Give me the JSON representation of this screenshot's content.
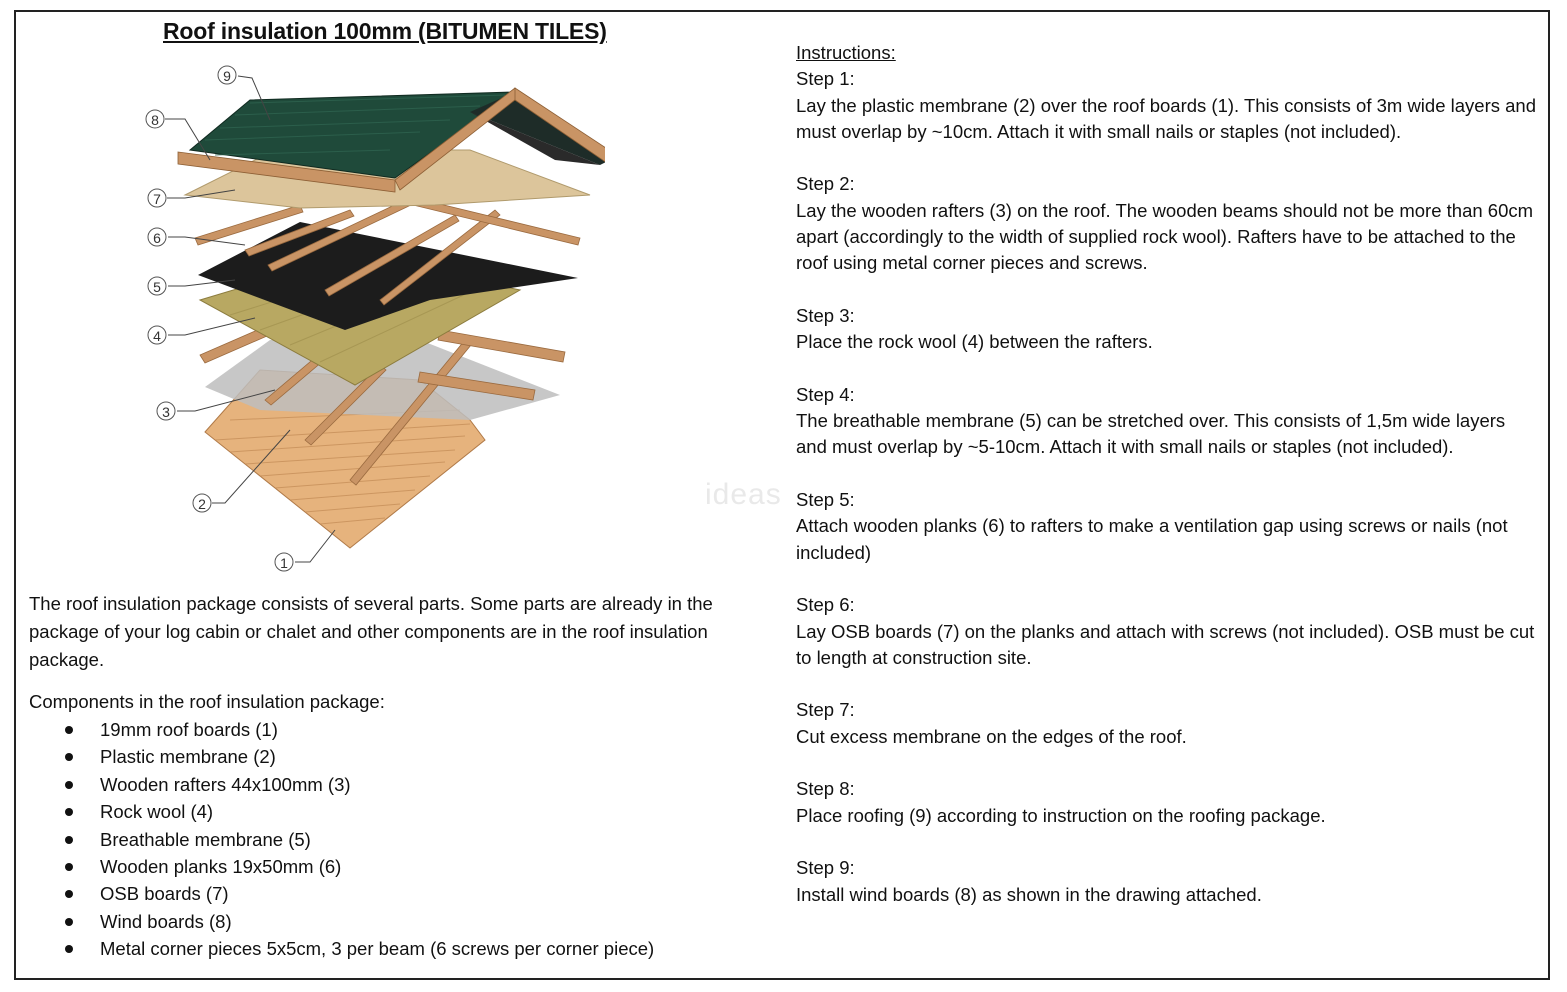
{
  "title": "Roof insulation 100mm (BITUMEN TILES)",
  "watermark": "ideas",
  "callouts": [
    "1",
    "2",
    "3",
    "4",
    "5",
    "6",
    "7",
    "8",
    "9"
  ],
  "intro": "The roof insulation package consists of several parts. Some parts are already in the package of your log cabin or chalet and other components are in the roof insulation package.",
  "components_heading": "Components in the roof insulation package:",
  "components": [
    "19mm roof boards (1)",
    "Plastic membrane (2)",
    "Wooden rafters 44x100mm (3)",
    "Rock wool (4)",
    "Breathable membrane (5)",
    "Wooden planks 19x50mm (6)",
    "OSB boards (7)",
    "Wind boards (8)",
    "Metal corner pieces 5x5cm, 3 per beam (6 screws per corner piece)"
  ],
  "instructions_heading": "Instructions:",
  "steps": [
    {
      "label": "Step 1:",
      "text": "Lay the plastic membrane (2) over the roof boards (1). This consists of 3m wide layers and must overlap by ~10cm. Attach it with small nails or staples (not included)."
    },
    {
      "label": "Step 2:",
      "text": "Lay the wooden rafters (3) on the roof. The wooden beams should not be more than 60cm apart (accordingly to the width of supplied rock wool). Rafters have to be attached to the roof using metal corner pieces and screws."
    },
    {
      "label": "Step 3:",
      "text": "Place the rock wool (4) between the rafters."
    },
    {
      "label": "Step 4:",
      "text": "The breathable membrane (5) can be stretched over. This consists of 1,5m wide layers and must overlap by ~5-10cm. Attach it with small nails or staples (not included)."
    },
    {
      "label": "Step 5:",
      "text": "Attach wooden planks (6) to rafters to make a ventilation gap using screws or nails (not included)"
    },
    {
      "label": "Step 6:",
      "text": "Lay OSB boards (7) on the planks and attach with screws (not included). OSB must be cut to length at construction site."
    },
    {
      "label": "Step 7:",
      "text": "Cut excess membrane on the edges of the roof."
    },
    {
      "label": "Step 8:",
      "text": "Place roofing (9) according to instruction on the roofing package."
    },
    {
      "label": "Step 9:",
      "text": "Install wind boards (8) as shown in the drawing attached."
    }
  ],
  "colors": {
    "shingles": "#1f4a3a",
    "wood": "#c99a6a",
    "osb": "#d9c39a",
    "membrane_black": "#1b1b1b",
    "rockwool": "#b9a85e",
    "plastic": "#b3b3b3",
    "boards": "#e3b27d"
  }
}
